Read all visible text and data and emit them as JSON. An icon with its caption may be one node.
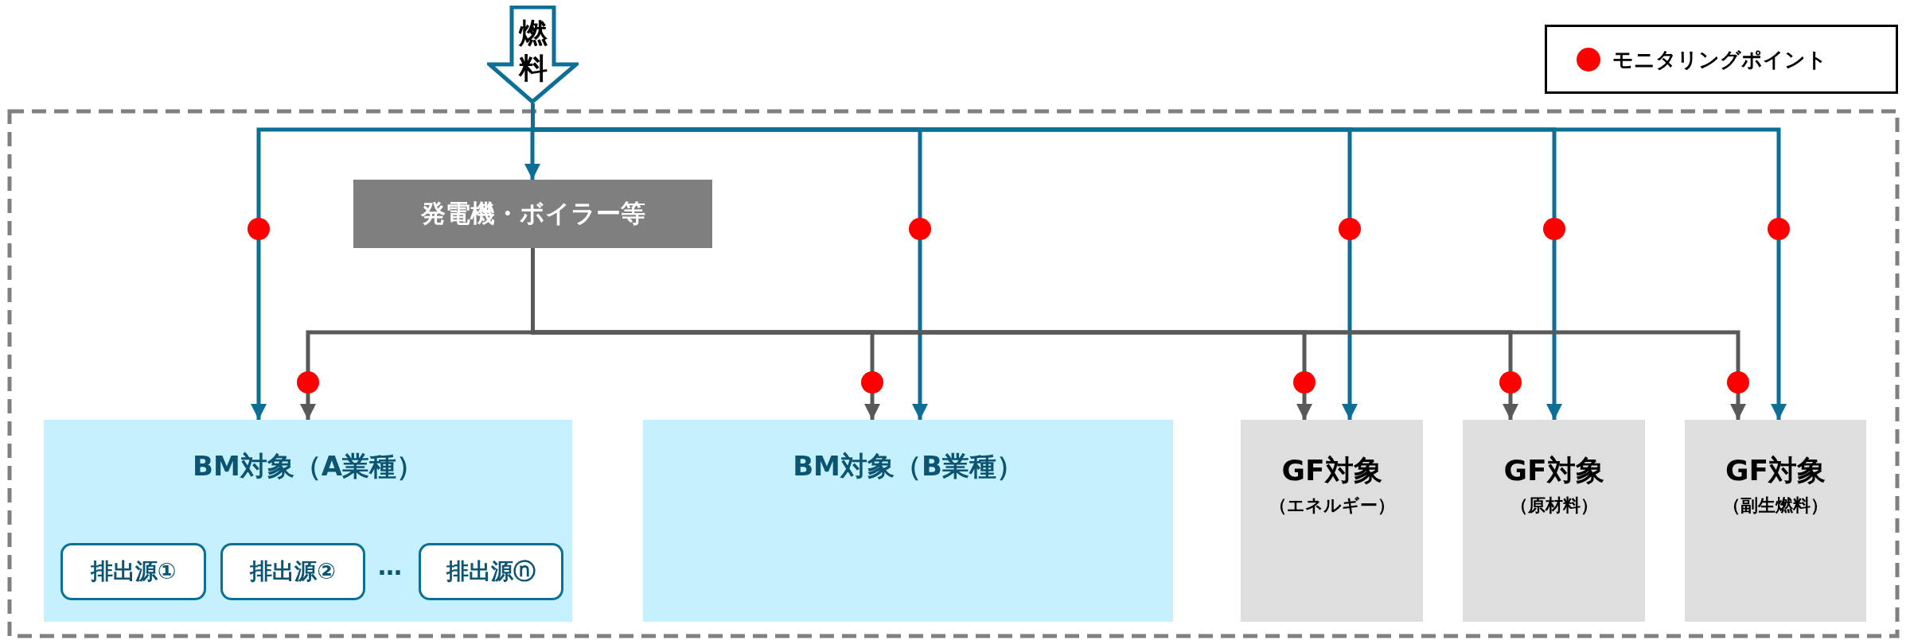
{
  "diagram": {
    "nodes": [
      {
        "text": [
          "燃料"
        ]
      },
      {
        "text": [
          "発電機・ボイラー等"
        ]
      },
      {
        "text": [
          "BM対象（A業種）"
        ]
      },
      {
        "text": [
          "排出源①"
        ],
        "in": 2
      },
      {
        "text": [
          "排出源②"
        ],
        "in": 2
      },
      {
        "text": [
          "排出源ⓝ"
        ],
        "in": 2
      },
      {
        "text": [
          "BM対象（B業種）"
        ]
      },
      {
        "text": [
          "GF対象",
          "（エネルギー）"
        ]
      },
      {
        "text": [
          "GF対象",
          "（原材料）"
        ]
      },
      {
        "text": [
          "GF対象",
          "（副生燃料）"
        ]
      }
    ],
    "edges": [
      {
        "from": 0,
        "to": 2,
        "arrow": "to"
      },
      {
        "from": 0,
        "to": 1,
        "arrow": "to"
      },
      {
        "from": 0,
        "to": 6,
        "arrow": "to"
      },
      {
        "from": 0,
        "to": 7,
        "arrow": "to"
      },
      {
        "from": 0,
        "to": 8,
        "arrow": "to"
      },
      {
        "from": 0,
        "to": 9,
        "arrow": "to"
      },
      {
        "from": 1,
        "to": 2,
        "arrow": "to",
        "color": "#595959"
      },
      {
        "from": 1,
        "to": 6,
        "arrow": "to",
        "color": "#595959"
      },
      {
        "from": 1,
        "to": 7,
        "arrow": "to",
        "color": "#595959"
      },
      {
        "from": 1,
        "to": 8,
        "arrow": "to",
        "color": "#595959"
      },
      {
        "from": 1,
        "to": 9,
        "arrow": "to",
        "color": "#595959"
      }
    ],
    "labels": [
      "…"
    ],
    "legend": [
      {
        "text": "モニタリングポイント",
        "color": "#ff0000"
      }
    ]
  }
}
